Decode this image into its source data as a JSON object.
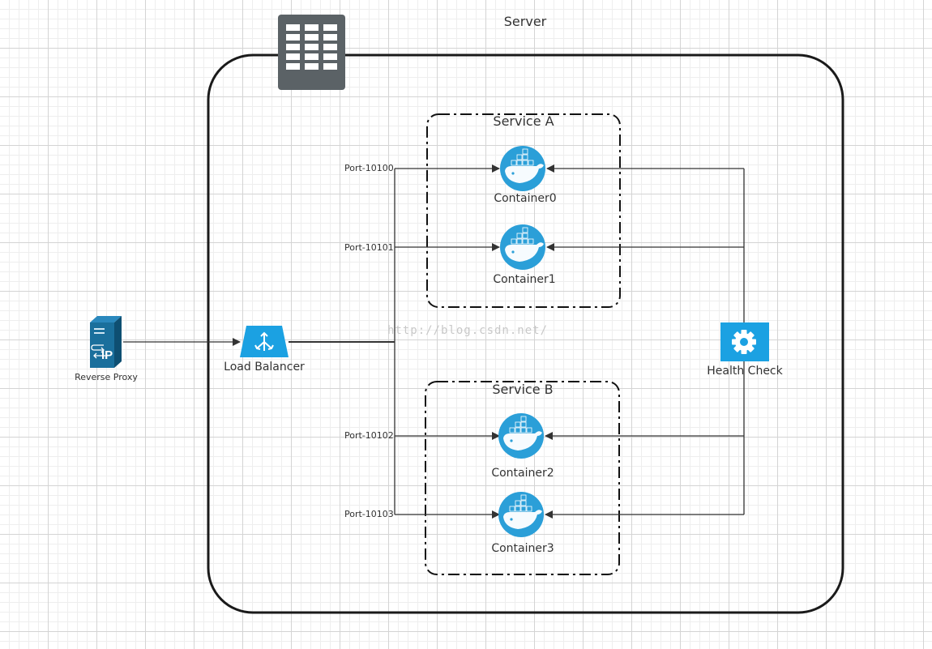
{
  "server": {
    "label": "Server",
    "icon": "server-rack-icon"
  },
  "services": [
    {
      "label": "Service A"
    },
    {
      "label": "Service B"
    }
  ],
  "containers": [
    {
      "label": "Container0",
      "port": "Port-10100",
      "icon": "docker-whale-icon"
    },
    {
      "label": "Container1",
      "port": "Port-10101",
      "icon": "docker-whale-icon"
    },
    {
      "label": "Container2",
      "port": "Port-10102",
      "icon": "docker-whale-icon"
    },
    {
      "label": "Container3",
      "port": "Port-10103",
      "icon": "docker-whale-icon"
    }
  ],
  "reverse_proxy": {
    "label": "Reverse Proxy",
    "badge": "IP",
    "icon": "ip-server-icon"
  },
  "load_balancer": {
    "label": "Load Balancer",
    "icon": "load-balancer-icon"
  },
  "health_check": {
    "label": "Health Check",
    "icon": "gear-icon"
  },
  "watermark": "http://blog.csdn.net/",
  "colors": {
    "accent": "#1ba1e2",
    "docker": "#2b9fd8",
    "server_icon": "#5b6266",
    "line": "#333333",
    "proxy": "#1a6f9c"
  }
}
